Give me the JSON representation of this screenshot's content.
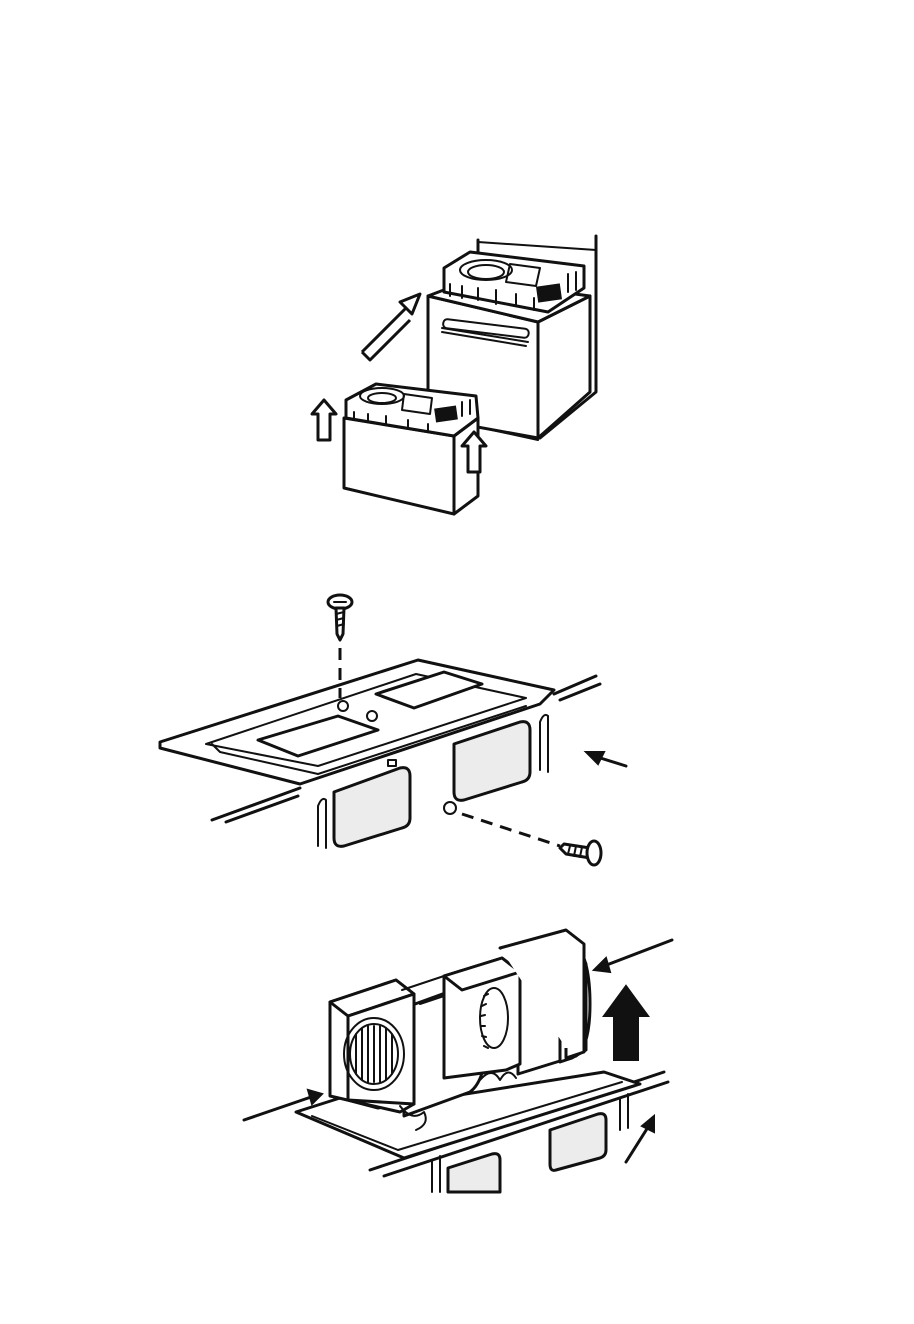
{
  "figure": {
    "panels": [
      {
        "id": "panel-1",
        "content": "filter-drawer-insertion"
      },
      {
        "id": "panel-2",
        "content": "mounting-plate-screws"
      },
      {
        "id": "panel-3",
        "content": "fan-assembly-removal"
      }
    ],
    "icons": [
      "arrow-outline-icon",
      "arrow-solid-icon",
      "screw-icon",
      "pointer-arrow-icon"
    ],
    "colors": {
      "line": "#111111",
      "fill": "#ffffff",
      "shade": "#ececec"
    }
  }
}
